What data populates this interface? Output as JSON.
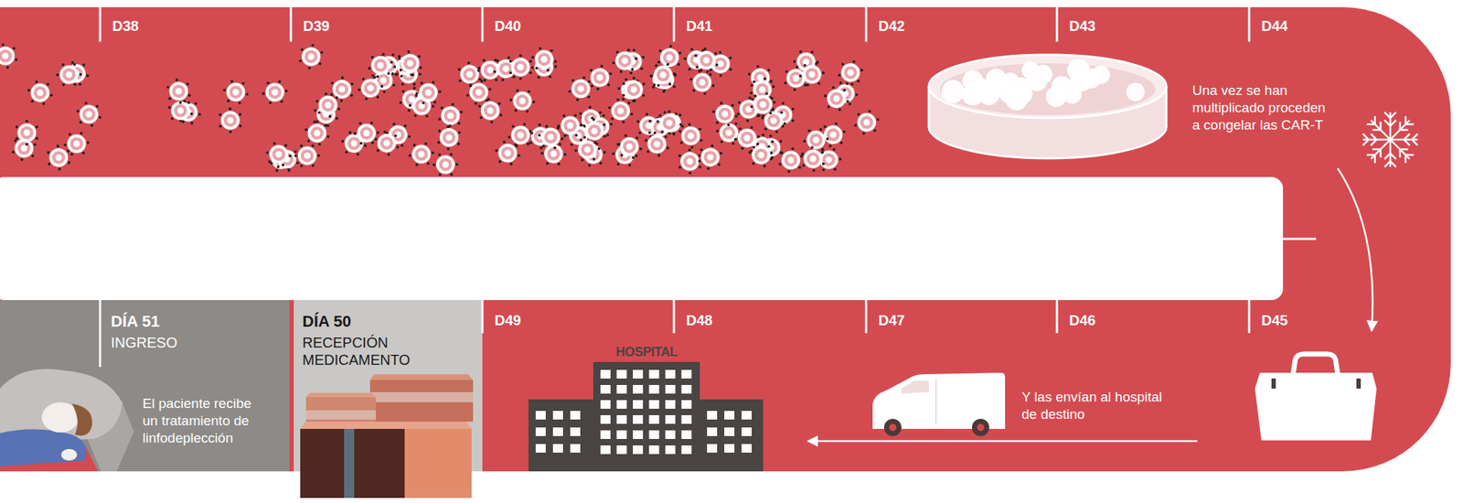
{
  "diagram": {
    "nodes": [
      {
        "text": [
          "DÍA 50",
          "RECEPCIÓN MEDICAMENTO"
        ]
      },
      {
        "text": [
          "DÍA 51",
          "INGRESO",
          "El paciente recibe un tratamiento de linfodeplección"
        ]
      }
    ],
    "labels": [
      "D38",
      "D39",
      "D40",
      "D41",
      "D42",
      "D43",
      "D44",
      "Una vez se han multiplicado proceden a congelar las CAR-T",
      "D45",
      "D46",
      "D47",
      "D48",
      "D49",
      "Y las envían al hospital de destino",
      "HOSPITAL"
    ]
  }
}
